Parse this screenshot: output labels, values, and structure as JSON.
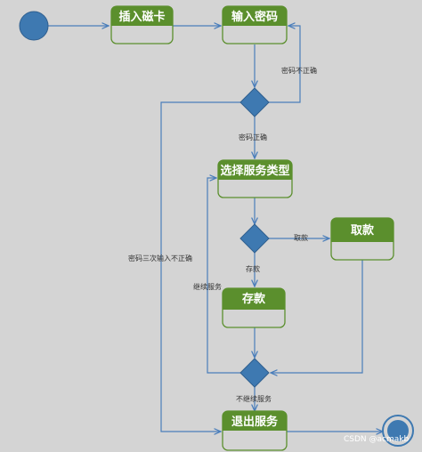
{
  "diagram": {
    "states": {
      "insert_card": "插入磁卡",
      "enter_password": "输入密码",
      "select_service": "选择服务类型",
      "withdraw": "取款",
      "deposit": "存款",
      "exit_service": "退出服务"
    },
    "edges": {
      "password_incorrect": "密码不正确",
      "password_correct": "密码正确",
      "three_wrong": "密码三次输入不正确",
      "withdraw_choice": "取款",
      "deposit_choice": "存款",
      "continue_service": "继续服务",
      "stop_service": "不继续服务"
    },
    "colors": {
      "header": "#5b8f2d",
      "body": "#d4d4d4",
      "border": "#5b8f2d",
      "decision": "#3e79b1",
      "line": "#4a7ebb",
      "start": "#3e79b1"
    }
  },
  "watermark": "CSDN @acmakb"
}
